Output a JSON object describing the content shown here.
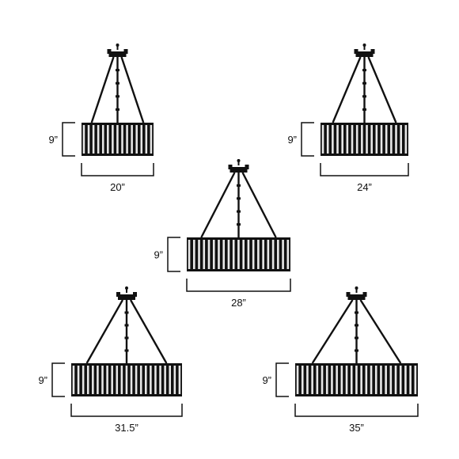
{
  "colors": {
    "ink": "#111111",
    "background": "#ffffff"
  },
  "variants": [
    {
      "height_label": "9”",
      "width_label": "20”"
    },
    {
      "height_label": "9”",
      "width_label": "24”"
    },
    {
      "height_label": "9”",
      "width_label": "28”"
    },
    {
      "height_label": "9”",
      "width_label": "31.5”"
    },
    {
      "height_label": "9”",
      "width_label": "35”"
    }
  ]
}
